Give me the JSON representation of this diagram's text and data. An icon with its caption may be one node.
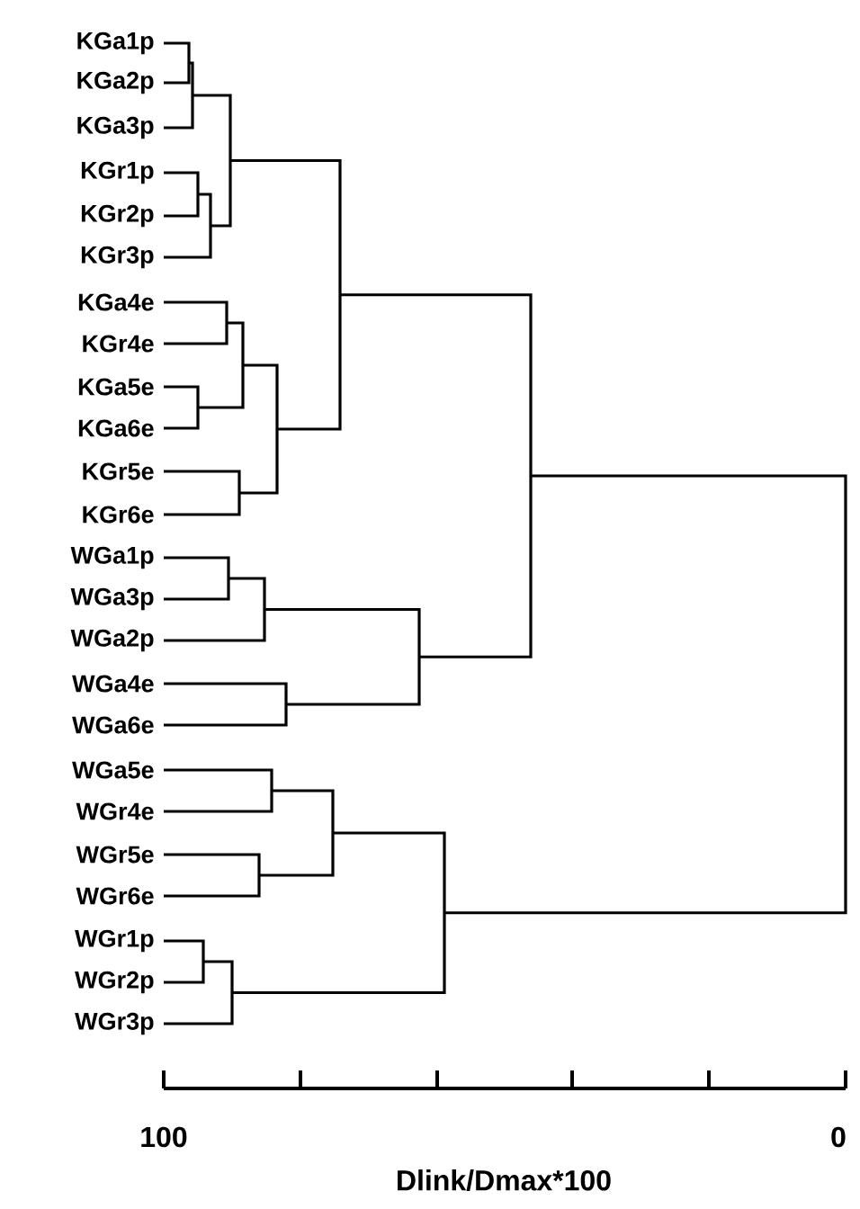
{
  "diagram": {
    "labels": [
      "KGa1p",
      "KGa2p",
      "KGa3p",
      "KGr1p",
      "KGr2p",
      "KGr3p",
      "KGa4e",
      "KGr4e",
      "KGa5e",
      "KGa6e",
      "KGr5e",
      "KGr6e",
      "WGa1p",
      "WGa3p",
      "WGa2p",
      "WGa4e",
      "WGa6e",
      "WGa5e",
      "WGr4e",
      "WGr5e",
      "WGr6e",
      "WGr1p",
      "WGr2p",
      "WGr3p",
      "100",
      "0",
      "Dlink/Dmax*100"
    ]
  }
}
